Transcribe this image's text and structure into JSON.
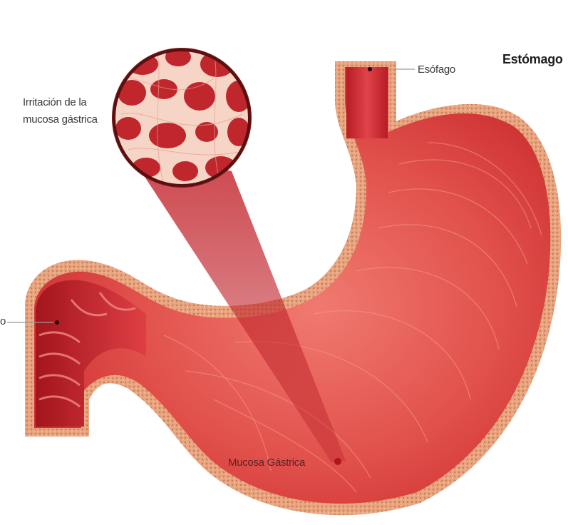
{
  "labels": {
    "title": "Estómago",
    "esophagus": "Esófago",
    "irritation_line1": "Irritación de la",
    "irritation_line2": "mucosa gástrica",
    "mucosa": "Mucosa Gástrica",
    "duodenum_partial": "o"
  },
  "colors": {
    "background": "#ffffff",
    "wall": "#e6a27c",
    "stomach_inner": "#e45a55",
    "mucosa_dark": "#c8282c",
    "zoom_bg": "#f7d9cc",
    "cells": "#c0272d",
    "label_text": "#3b3b3b"
  }
}
